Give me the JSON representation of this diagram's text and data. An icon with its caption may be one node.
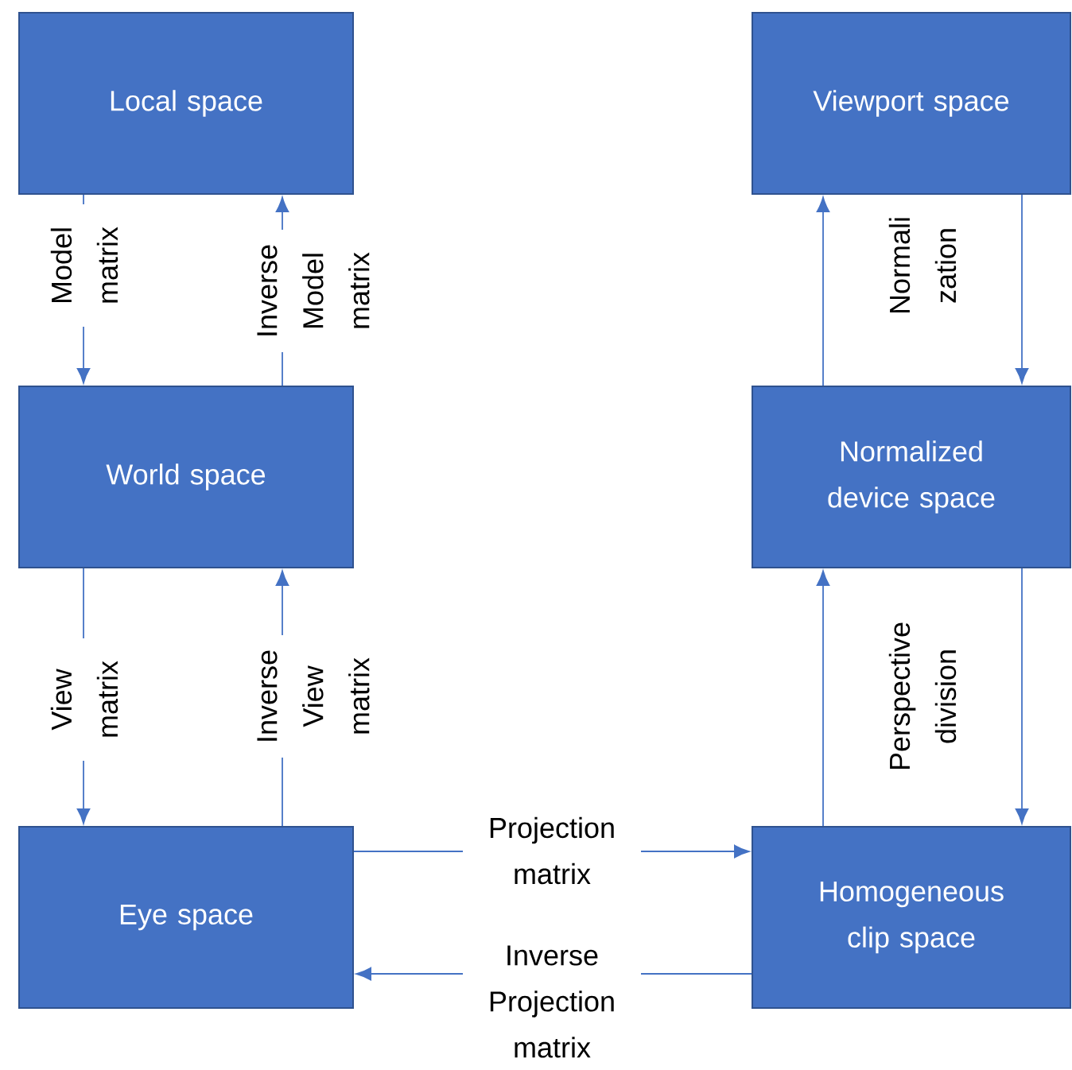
{
  "diagram": {
    "nodes": [
      {
        "text": [
          "Local space"
        ]
      },
      {
        "text": [
          "Viewport space"
        ]
      },
      {
        "text": [
          "World space"
        ]
      },
      {
        "text": [
          "Normalized device space"
        ]
      },
      {
        "text": [
          "Eye space"
        ]
      },
      {
        "text": [
          "Homogeneous clip space"
        ]
      }
    ],
    "edges": [
      {
        "from": 0,
        "to": 2,
        "arrow": "to",
        "label": "Model matrix"
      },
      {
        "from": 2,
        "to": 0,
        "arrow": "to",
        "label": "Inverse Model matrix"
      },
      {
        "from": 2,
        "to": 4,
        "arrow": "to",
        "label": "View matrix"
      },
      {
        "from": 4,
        "to": 2,
        "arrow": "to",
        "label": "Inverse View matrix"
      },
      {
        "from": 4,
        "to": 5,
        "arrow": "to",
        "label": "Projection matrix"
      },
      {
        "from": 5,
        "to": 4,
        "arrow": "to",
        "label": "Inverse Projection matrix"
      },
      {
        "from": 5,
        "to": 3,
        "arrow": "to",
        "label": "Perspective division"
      },
      {
        "from": 3,
        "to": 5,
        "arrow": "to"
      },
      {
        "from": 3,
        "to": 1,
        "arrow": "to",
        "label": "Normali zation"
      },
      {
        "from": 1,
        "to": 3,
        "arrow": "to"
      }
    ]
  }
}
